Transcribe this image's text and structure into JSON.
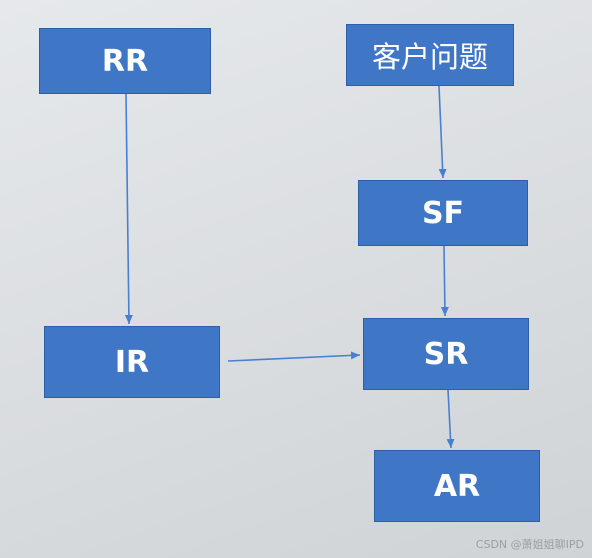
{
  "diagram": {
    "nodes": {
      "rr": "RR",
      "kh": "客户问题",
      "sf": "SF",
      "ir": "IR",
      "sr": "SR",
      "ar": "AR"
    },
    "edges": [
      {
        "from": "RR",
        "to": "IR"
      },
      {
        "from": "客户问题",
        "to": "SF"
      },
      {
        "from": "SF",
        "to": "SR"
      },
      {
        "from": "IR",
        "to": "SR"
      },
      {
        "from": "SR",
        "to": "AR"
      }
    ],
    "colors": {
      "box_fill": "#3f77c6",
      "arrow": "#4a7fcf"
    }
  },
  "watermark": "CSDN @萧姐姐聊IPD"
}
